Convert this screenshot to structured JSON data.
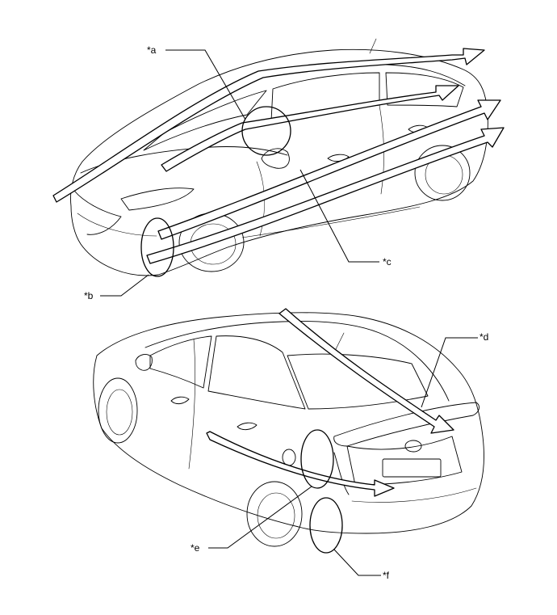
{
  "callouts": {
    "a": "*a",
    "b": "*b",
    "c": "*c",
    "d": "*d",
    "e": "*e",
    "f": "*f"
  },
  "figures": {
    "front": {
      "view": "front-left three-quarter",
      "arrow_count": 4,
      "marked_areas": [
        "a",
        "b",
        "c"
      ]
    },
    "rear": {
      "view": "rear-left three-quarter",
      "arrow_count": 2,
      "marked_areas": [
        "d",
        "e",
        "f"
      ]
    }
  }
}
